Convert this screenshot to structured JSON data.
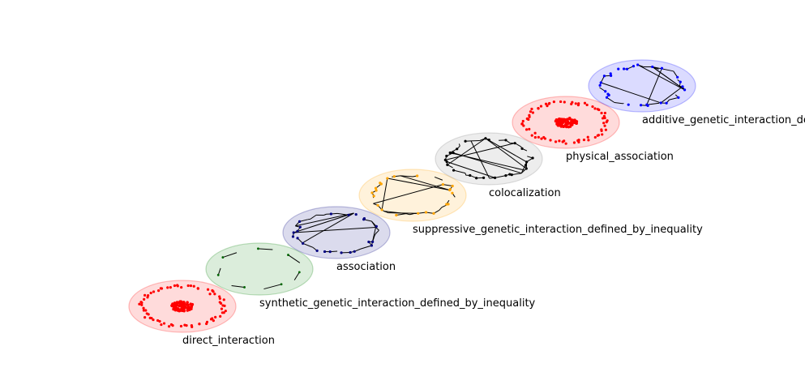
{
  "figure": {
    "layers": [
      {
        "label": "direct_interaction",
        "color": "#ff0000",
        "node_color": "#ff0000",
        "style": "dense"
      },
      {
        "label": "synthetic_genetic_interaction_defined_by_inequality",
        "color": "#008000",
        "node_color": "#006400",
        "style": "sparse"
      },
      {
        "label": "association",
        "color": "#000080",
        "node_color": "#000080",
        "style": "ring"
      },
      {
        "label": "suppressive_genetic_interaction_defined_by_inequality",
        "color": "#ffa500",
        "node_color": "#ffa500",
        "style": "ring"
      },
      {
        "label": "colocalization",
        "color": "#808080",
        "node_color": "#000000",
        "style": "ring"
      },
      {
        "label": "physical_association",
        "color": "#ff0000",
        "node_color": "#ff0000",
        "style": "dense"
      },
      {
        "label": "additive_genetic_interaction_defined_by_inequality",
        "color": "#0000ff",
        "node_color": "#0000ff",
        "style": "ring"
      }
    ]
  }
}
